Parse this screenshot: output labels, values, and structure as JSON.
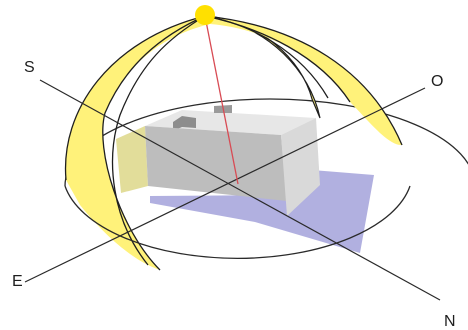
{
  "labels": {
    "south": "S",
    "west": "O",
    "east": "E",
    "north": "N"
  },
  "colors": {
    "sun": "#ffe000",
    "band": "#fff27a",
    "band_edge": "#1f1f1f",
    "shadow": "#a9a7dd",
    "ray": "#d84b54",
    "box_top": "#e7e7e7",
    "box_left": "#d0d0d0",
    "box_right": "#d9d9d9",
    "box_front": "#bdbdbd",
    "axis": "#2a2a2a"
  }
}
